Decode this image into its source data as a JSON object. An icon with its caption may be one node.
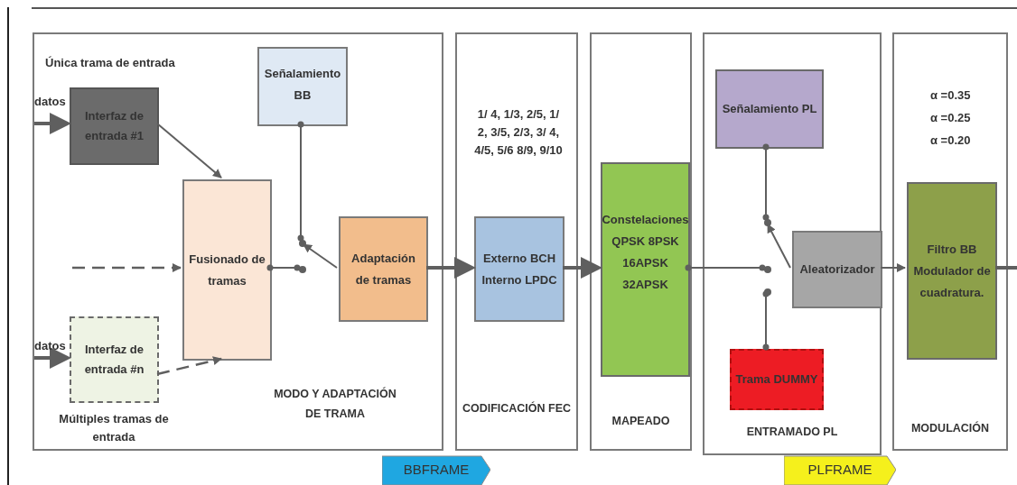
{
  "diagram": {
    "nodes": [
      {
        "text": [
          "MODO Y ADAPTACIÓN DE TRAMA"
        ]
      },
      {
        "text": [
          "CODIFICACIÓN FEC"
        ]
      },
      {
        "text": [
          "MAPEADO"
        ]
      },
      {
        "text": [
          "ENTRAMADO PL"
        ]
      },
      {
        "text": [
          "MODULACIÓN"
        ]
      },
      {
        "text": [
          "Interfaz de entrada #1"
        ],
        "in": 0
      },
      {
        "text": [
          "Señalamiento BB"
        ],
        "in": 0
      },
      {
        "text": [
          "Fusionado de tramas"
        ],
        "in": 0
      },
      {
        "text": [
          "Adaptación de tramas"
        ],
        "in": 0
      },
      {
        "text": [
          "Interfaz de entrada #n"
        ],
        "in": 0,
        "beside": [
          "Múltiples tramas de entrada"
        ]
      },
      {
        "text": [
          "Externo BCH Interno LPDC"
        ],
        "in": 1
      },
      {
        "text": [
          "Constelaciones QPSK 8PSK 16APSK 32APSK"
        ],
        "in": 2
      },
      {
        "text": [
          "Señalamiento PL"
        ],
        "in": 3
      },
      {
        "text": [
          "Aleatorizador"
        ],
        "in": 3
      },
      {
        "text": [
          "Trama DUMMY"
        ],
        "in": 3
      },
      {
        "text": [
          "Filtro BB Modulador de cuadratura."
        ],
        "in": 4
      },
      {
        "text": [
          "BBFRAME"
        ]
      },
      {
        "text": [
          "PLFRAME"
        ]
      },
      {
        "text": [],
        "shape": "circle",
        "in": 0
      },
      {
        "text": [],
        "shape": "circle",
        "in": 0
      },
      {
        "text": [],
        "shape": "circle",
        "in": 3
      },
      {
        "text": [],
        "shape": "circle",
        "in": 3
      },
      {
        "text": [],
        "shape": "circle",
        "in": 3
      }
    ],
    "edges": [
      {
        "from": null,
        "to": 5,
        "arrow": "to",
        "label": "datos",
        "style": "thick"
      },
      {
        "from": 5,
        "to": 7,
        "arrow": "to"
      },
      {
        "from": null,
        "to": 7,
        "arrow": "to",
        "style": "dashed"
      },
      {
        "from": null,
        "to": 9,
        "arrow": "to",
        "label": "datos",
        "style": "thick"
      },
      {
        "from": 9,
        "to": 7,
        "arrow": "to",
        "style": "dashed"
      },
      {
        "from": 7,
        "to": 19,
        "arrow": "other"
      },
      {
        "from": 6,
        "to": 18,
        "arrow": "other"
      },
      {
        "from": 8,
        "to": 18,
        "arrow": "to"
      },
      {
        "from": 8,
        "to": 10,
        "arrow": "to",
        "style": "thick"
      },
      {
        "from": 10,
        "to": 11,
        "arrow": "to",
        "style": "thick"
      },
      {
        "from": 11,
        "to": 21,
        "arrow": "other"
      },
      {
        "from": 12,
        "to": 20,
        "arrow": "other"
      },
      {
        "from": 13,
        "to": 20,
        "arrow": "to"
      },
      {
        "from": 14,
        "to": 22,
        "arrow": "other"
      },
      {
        "from": 13,
        "to": 15,
        "arrow": "to"
      },
      {
        "from": 15,
        "to": null,
        "arrow": "none",
        "style": "thick"
      }
    ],
    "labels": [
      "Única trama de entrada",
      "1/ 4, 1/3, 2/5, 1/ 2, 3/5, 2/3, 3/ 4, 4/5, 5/6 8/9, 9/10",
      "α =0.35",
      "α =0.25",
      "α =0.20"
    ]
  }
}
